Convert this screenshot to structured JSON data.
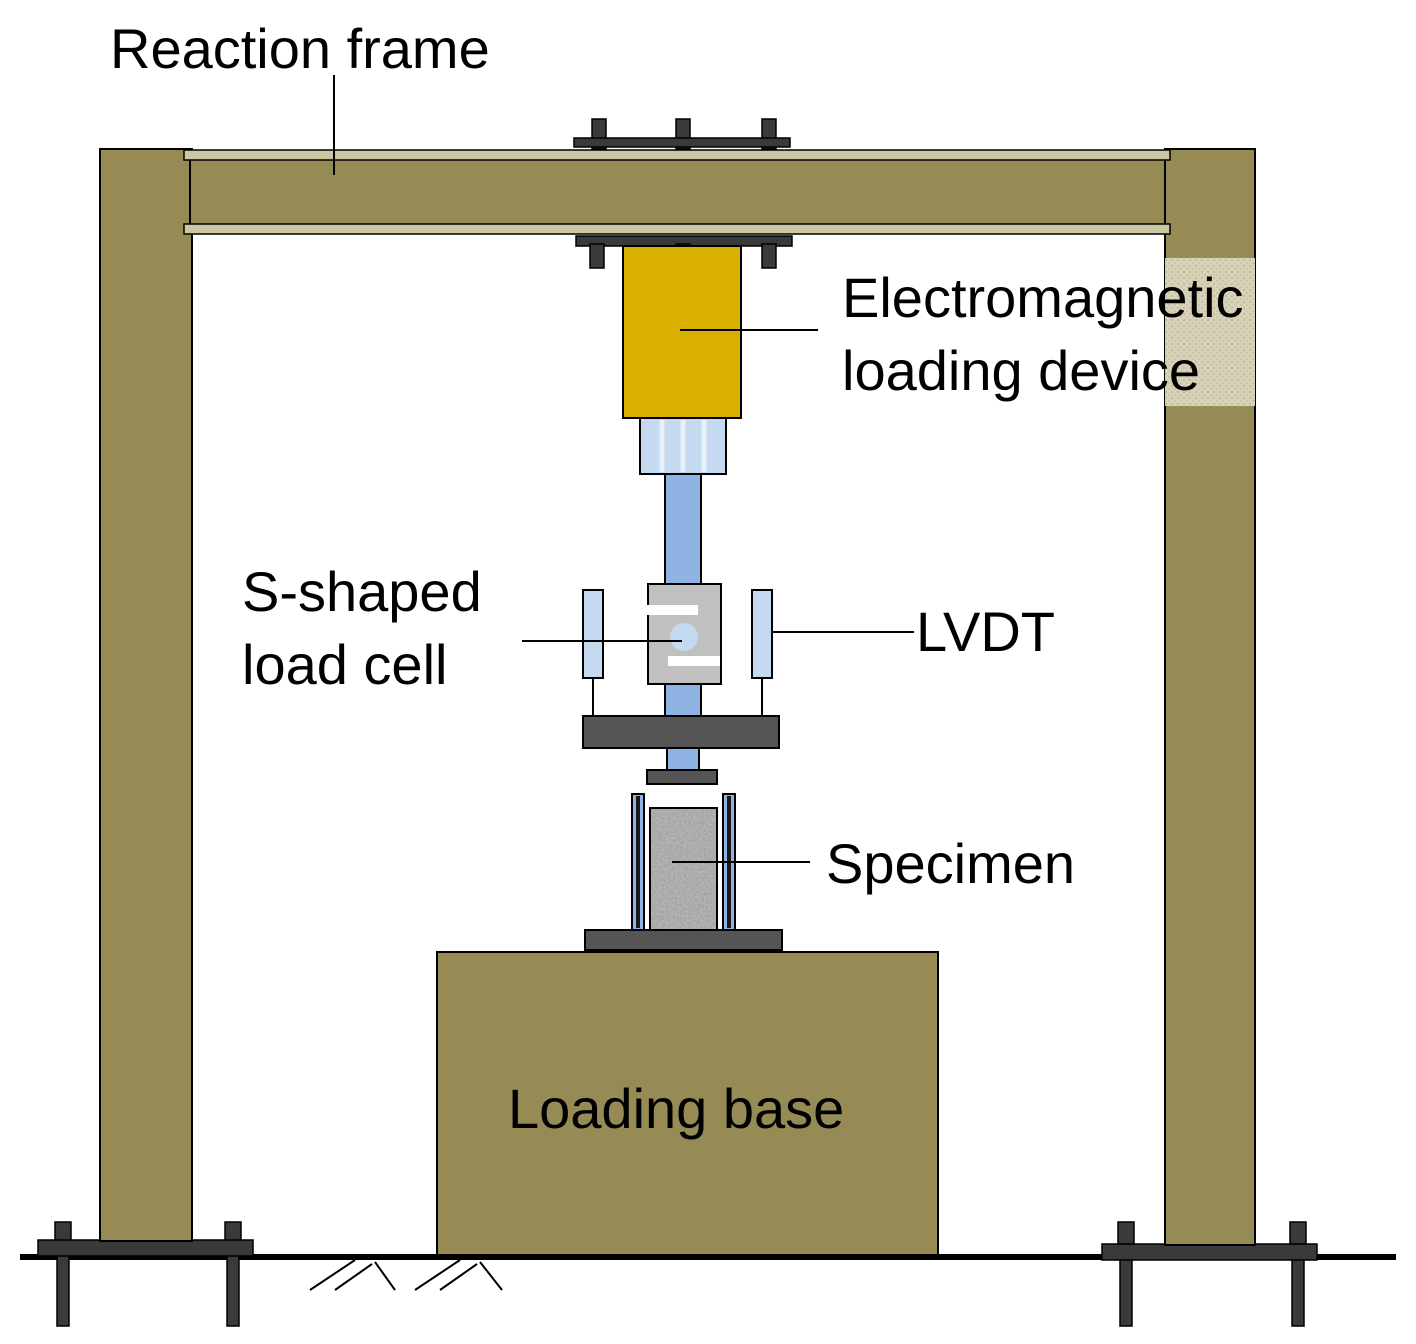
{
  "labels": {
    "reaction_frame": "Reaction frame",
    "electromagnetic_line1": "Electromagnetic",
    "electromagnetic_line2": "loading device",
    "load_cell_line1": "S-shaped",
    "load_cell_line2": "load cell",
    "lvdt": "LVDT",
    "specimen": "Specimen",
    "loading_base": "Loading base"
  },
  "colors": {
    "frame": "#968b54",
    "flange": "#cdc6a3",
    "actuator": "#d9b000",
    "rod": "#8fb3e3",
    "plate": "#555555",
    "load_cell": "#c0c0c0",
    "lvdt": "#c5d9f1",
    "bolt": "#3a3a3a",
    "specimen": "#b4b4b4",
    "outline": "#000000"
  }
}
